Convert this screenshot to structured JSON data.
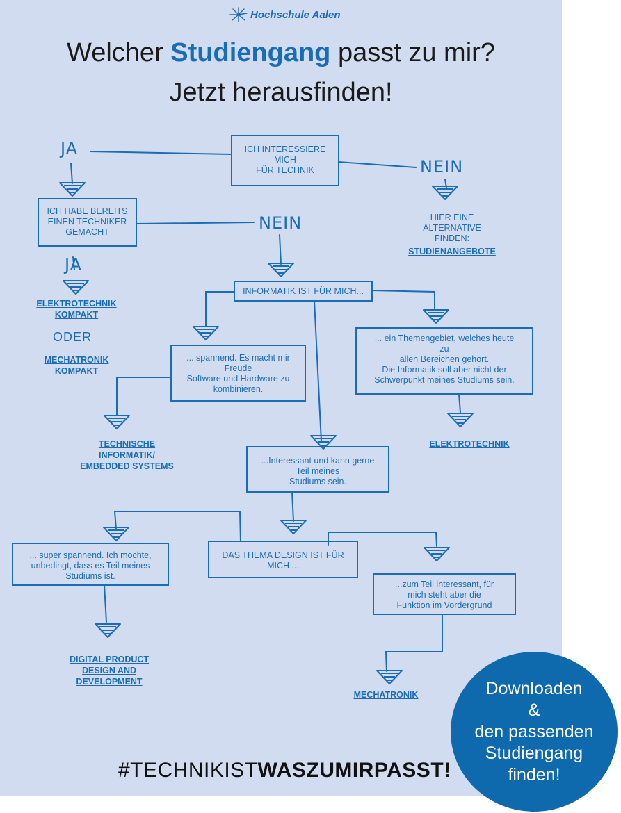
{
  "header": {
    "logo_text": "Hochschule Aalen",
    "title_part1": "Welcher ",
    "title_highlight": "Studiengang",
    "title_part2": " passt zu mir?",
    "title_line2": "Jetzt herausfinden!"
  },
  "nodes": {
    "q1": [
      "ICH INTERESSIERE",
      "MICH",
      "FÜR TECHNIK"
    ],
    "q2": [
      "ICH HABE BEREITS",
      "EINEN TECHNIKER",
      "GEMACHT"
    ],
    "alt": [
      "HIER EINE",
      "ALTERNATIVE",
      "FINDEN:"
    ],
    "q3": "INFORMATIK IST FÜR MICH...",
    "a_left": [
      "... spannend. Es macht mir",
      "Freude",
      "Software und Hardware zu",
      "kombinieren."
    ],
    "a_right": [
      "... ein Themengebiet, welches heute",
      "zu",
      "allen Bereichen gehört.",
      "Die Informatik soll aber nicht der",
      "Schwerpunkt meines Studiums sein."
    ],
    "a_mid": [
      "...Interessant und kann gerne",
      "Teil meines",
      "Studiums sein."
    ],
    "q4": [
      "DAS THEMA DESIGN IST FÜR",
      "MICH ..."
    ],
    "d_left": [
      "... super spannend. Ich möchte,",
      "unbedingt, dass es Teil meines",
      "Studiums ist."
    ],
    "d_right": [
      "...zum Teil interessant, für",
      "mich steht aber die",
      "Funktion im Vordergrund"
    ]
  },
  "labels": {
    "ja1": "JA",
    "nein1": "NEIN",
    "nein2": "NEIN",
    "ja2": "JA",
    "oder": "ODER"
  },
  "links": {
    "studienangebote": "STUDIENANGEBOTE",
    "elektrotechnik_kompakt": [
      "ELEKTROTECHNIK",
      "KOMPAKT"
    ],
    "mechatronik_kompakt": [
      "MECHATRONIK",
      "KOMPAKT"
    ],
    "technische_informatik": [
      "TECHNISCHE",
      "INFORMATIK/",
      "EMBEDDED SYSTEMS"
    ],
    "elektrotechnik": "ELEKTROTECHNIK",
    "digital_product": [
      "DIGITAL PRODUCT",
      "DESIGN AND",
      "DEVELOPMENT"
    ],
    "mechatronik": "MECHATRONIK"
  },
  "footer": {
    "hashtag_part1": "#TECHNIKIST",
    "hashtag_part2": "WASZUMIRPASST!"
  },
  "cta": [
    "Downloaden",
    "&",
    "den passenden",
    "Studiengang",
    "finden!"
  ],
  "colors": {
    "accent": "#1a6db4",
    "background": "#d2dcf0",
    "cta_circle": "#0e6aad"
  },
  "icons": {
    "logo": "starburst-icon",
    "arrow": "triangle-down-arrow-icon"
  }
}
